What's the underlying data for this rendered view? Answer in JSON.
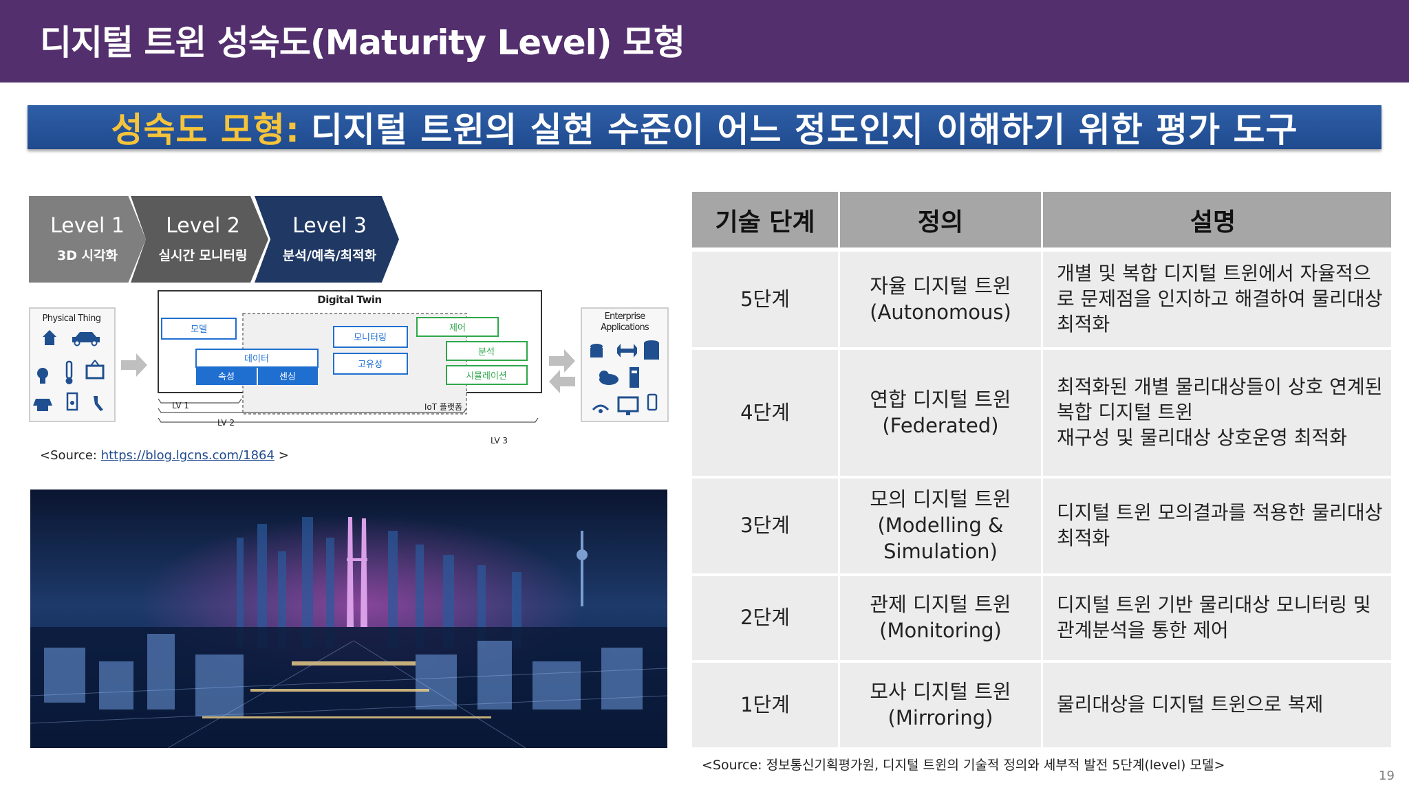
{
  "header": {
    "title": "디지털 트윈 성숙도(Maturity Level) 모형"
  },
  "banner": {
    "prefix": "성숙도 모형:",
    "text": "디지털 트윈의 실현 수준이 어느 정도인지 이해하기 위한 평가 도구"
  },
  "levels": [
    {
      "title": "Level 1",
      "subtitle": "3D 시각화"
    },
    {
      "title": "Level 2",
      "subtitle": "실시간 모니터링"
    },
    {
      "title": "Level 3",
      "subtitle": "분석/예측/최적화"
    }
  ],
  "diagram": {
    "physical_label": "Physical Thing",
    "twin_label": "Digital Twin",
    "enterprise_label_1": "Enterprise",
    "enterprise_label_2": "Applications",
    "boxes": {
      "model": "모델",
      "data": "데이터",
      "attribute": "속성",
      "sensing": "센싱",
      "monitoring": "모니터링",
      "uniqueness": "고유성",
      "control": "제어",
      "analysis": "분석",
      "simulation": "시뮬레이션"
    },
    "iot_platform": "IoT 플랫폼",
    "lv1": "LV 1",
    "lv2": "LV 2",
    "lv3": "LV 3",
    "colors": {
      "blue": "#1f6fd1",
      "green": "#2ea84a",
      "gray_arrow": "#bfbfbf"
    }
  },
  "source1": {
    "prefix": "<Source: ",
    "link": "https://blog.lgcns.com/1864",
    "suffix": " >"
  },
  "table": {
    "headers": [
      "기술 단계",
      "정의",
      "설명"
    ],
    "rows": [
      {
        "stage": "5단계",
        "def_ko": "자율 디지털 트윈",
        "def_en": "(Autonomous)",
        "desc": "개별 및 복합 디지털 트윈에서 자율적으로 문제점을 인지하고 해결하여 물리대상 최적화"
      },
      {
        "stage": "4단계",
        "def_ko": "연합 디지털 트윈",
        "def_en": "(Federated)",
        "desc_1": "최적화된 개별 물리대상들이 상호 연계된 복합 디지털 트윈",
        "desc_2": "재구성 및 물리대상 상호운영 최적화"
      },
      {
        "stage": "3단계",
        "def_ko": "모의 디지털 트윈",
        "def_en": "(Modelling & Simulation)",
        "desc": "디지털 트윈 모의결과를 적용한 물리대상 최적화"
      },
      {
        "stage": "2단계",
        "def_ko": "관제 디지털 트윈",
        "def_en": "(Monitoring)",
        "desc": "디지털 트윈 기반 물리대상 모니터링 및 관계분석을 통한 제어"
      },
      {
        "stage": "1단계",
        "def_ko": "모사 디지털 트윈",
        "def_en": "(Mirroring)",
        "desc": "물리대상을 디지털 트윈으로 복제"
      }
    ]
  },
  "source2": "<Source: 정보통신기획평가원, 디지털 트윈의 기술적 정의와 세부적 발전 5단계(level) 모델>",
  "page_number": "19"
}
